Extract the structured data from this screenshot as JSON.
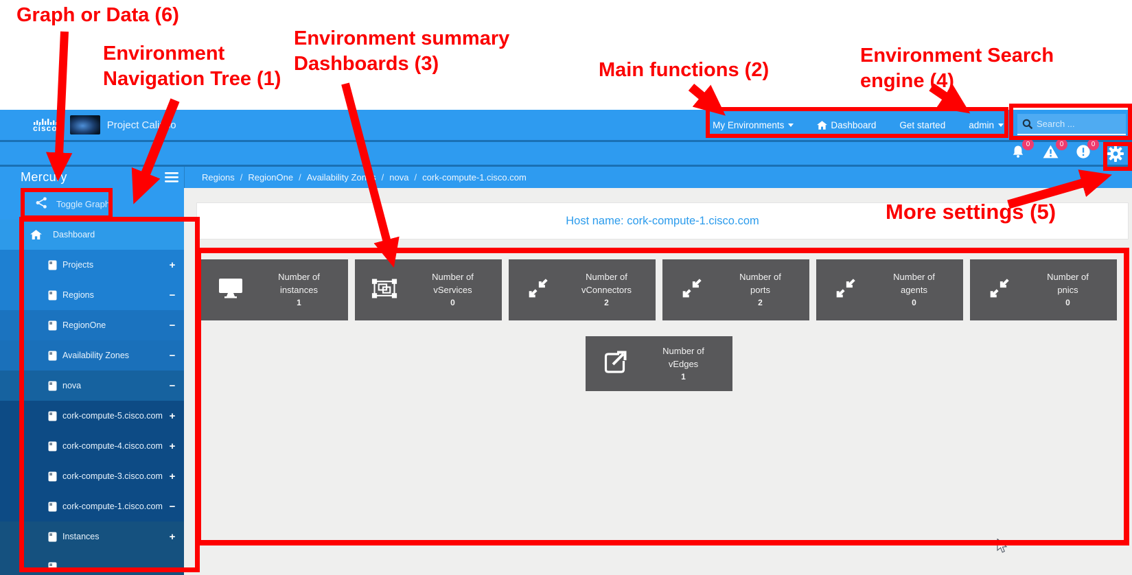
{
  "annotations": {
    "color": "#fe0000",
    "labels": {
      "graph_or_data": "Graph or Data (6)",
      "nav_tree_line1": "Environment",
      "nav_tree_line2": "Navigation Tree (1)",
      "summary_line1": "Environment summary",
      "summary_line2": "Dashboards (3)",
      "main_functions": "Main functions (2)",
      "search_line1": "Environment Search",
      "search_line2": "engine (4)",
      "more_settings": "More settings (5)"
    }
  },
  "header": {
    "brand": "cisco",
    "app_title": "Project Calipso",
    "nav": [
      {
        "label": "My Environments",
        "caret": true
      },
      {
        "label": "Dashboard",
        "icon": "home"
      },
      {
        "label": "Get started"
      },
      {
        "label": "admin",
        "caret": true
      }
    ],
    "search_placeholder": "Search ...",
    "notifications": [
      {
        "icon": "bell",
        "badge": "0"
      },
      {
        "icon": "warning-triangle",
        "badge": "0"
      },
      {
        "icon": "exclamation-circle",
        "badge": "0"
      }
    ]
  },
  "sidebar": {
    "title": "Mercury",
    "toggle_button": "Toggle Graph",
    "tree": [
      {
        "label": "Dashboard",
        "icon": "home",
        "toggle": "",
        "level": 0,
        "bg": "#2d9ae9"
      },
      {
        "label": "Projects",
        "icon": "doc",
        "toggle": "+",
        "level": 1,
        "bg": "#1e80d2"
      },
      {
        "label": "Regions",
        "icon": "doc",
        "toggle": "−",
        "level": 1,
        "bg": "#1e80d2"
      },
      {
        "label": "RegionOne",
        "icon": "doc",
        "toggle": "−",
        "level": 2,
        "bg": "#1b73bf"
      },
      {
        "label": "Availability Zones",
        "icon": "doc",
        "toggle": "−",
        "level": 3,
        "bg": "#1a70ba"
      },
      {
        "label": "nova",
        "icon": "doc",
        "toggle": "−",
        "level": 4,
        "bg": "#16629f"
      },
      {
        "label": "cork-compute-5.cisco.com",
        "icon": "doc",
        "toggle": "+",
        "level": 5,
        "bg": "#0d4b85"
      },
      {
        "label": "cork-compute-4.cisco.com",
        "icon": "doc",
        "toggle": "+",
        "level": 5,
        "bg": "#0d4b85"
      },
      {
        "label": "cork-compute-3.cisco.com",
        "icon": "doc",
        "toggle": "+",
        "level": 5,
        "bg": "#0d4b85"
      },
      {
        "label": "cork-compute-1.cisco.com",
        "icon": "doc",
        "toggle": "−",
        "level": 5,
        "bg": "#0d4b85"
      },
      {
        "label": "Instances",
        "icon": "doc",
        "toggle": "+",
        "level": 6,
        "bg": "#15517f"
      },
      {
        "label": "",
        "icon": "doc",
        "toggle": "",
        "level": 6,
        "bg": "#15517f"
      }
    ]
  },
  "breadcrumb_separator": "/",
  "breadcrumbs": [
    "Regions",
    "RegionOne",
    "Availability Zones",
    "nova",
    "cork-compute-1.cisco.com"
  ],
  "main": {
    "host_heading": "Host name: cork-compute-1.cisco.com",
    "tiles": [
      {
        "icon": "monitor",
        "prefix": "Number of",
        "name": "instances",
        "value": "1"
      },
      {
        "icon": "object-group",
        "prefix": "Number of",
        "name": "vServices",
        "value": "0"
      },
      {
        "icon": "compress",
        "prefix": "Number of",
        "name": "vConnectors",
        "value": "2"
      },
      {
        "icon": "compress",
        "prefix": "Number of",
        "name": "ports",
        "value": "2"
      },
      {
        "icon": "compress",
        "prefix": "Number of",
        "name": "agents",
        "value": "0"
      },
      {
        "icon": "compress",
        "prefix": "Number of",
        "name": "pnics",
        "value": "0"
      }
    ],
    "tiles_row2": [
      {
        "icon": "external-link",
        "prefix": "Number of",
        "name": "vEdges",
        "value": "1"
      }
    ]
  },
  "colors": {
    "header_blue": "#2e9bf0",
    "badge_pink": "#ee3b6e",
    "tile_gray": "#58585a",
    "content_bg": "#efefee",
    "host_text_blue": "#2b9bec",
    "annotation_red": "#fe0000"
  }
}
